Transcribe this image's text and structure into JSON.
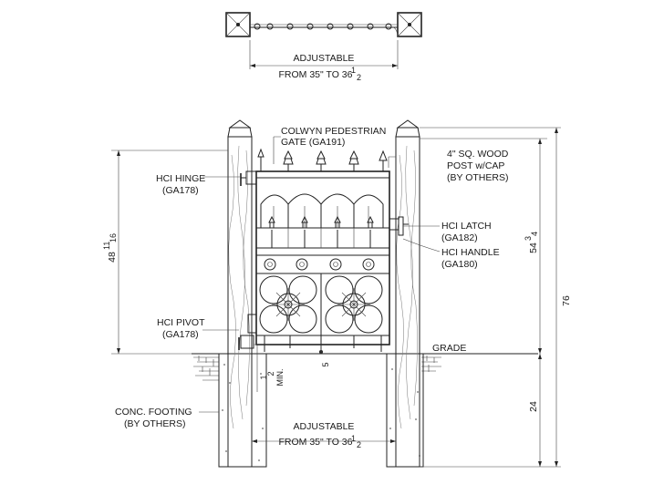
{
  "labels": {
    "top_width": [
      "ADJUSTABLE",
      "FROM 35\" TO 36",
      "1",
      "2"
    ],
    "gate": [
      "COLWYN PEDESTRIAN",
      "GATE (GA191)"
    ],
    "post": [
      "4\" SQ. WOOD",
      "POST w/CAP",
      "(BY OTHERS)"
    ],
    "hinge": [
      "HCI HINGE",
      "(GA178)"
    ],
    "latch": [
      "HCI LATCH",
      "(GA182)"
    ],
    "handle": [
      "HCI HANDLE",
      "(GA180)"
    ],
    "pivot": [
      "HCI PIVOT",
      "(GA178)"
    ],
    "footing": [
      "CONC. FOOTING",
      "(BY OTHERS)"
    ],
    "bottom_width": [
      "ADJUSTABLE",
      "FROM 35\" TO 36",
      "1",
      "2"
    ],
    "grade": "GRADE",
    "min_clearance": [
      "1",
      "2",
      "MIN."
    ]
  },
  "dimensions": {
    "gate_height": "48",
    "gate_height_frac": [
      "11",
      "16"
    ],
    "post_height": "54",
    "post_height_frac": [
      "3",
      "4"
    ],
    "overall": "76",
    "embed": "24",
    "under_gate": "5"
  }
}
